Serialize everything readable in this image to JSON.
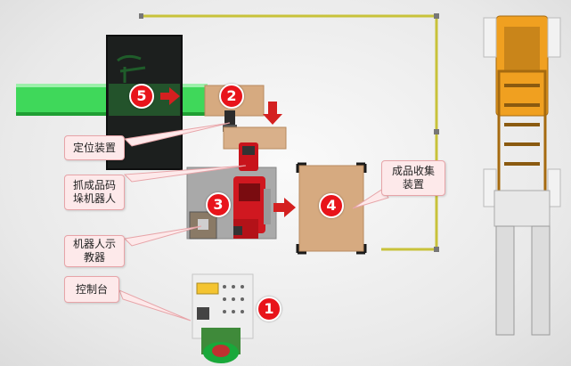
{
  "badges": {
    "n1": "1",
    "n2": "2",
    "n3": "3",
    "n4": "4",
    "n5": "5"
  },
  "callouts": {
    "positioning": "定位装置",
    "robot": "抓成品码\n垛机器人",
    "teach": "机器人示\n教器",
    "console": "控制台",
    "collection": "成品收集\n装置"
  },
  "colors": {
    "badge": "#e8141b",
    "arrow": "#d42020",
    "conveyor": "#22c43a",
    "box": "#d6aa80",
    "forklift": "#f0a020",
    "fence": "#c8c23a",
    "callout_fill": "#fde9ea",
    "callout_border": "#e7a4a8"
  }
}
